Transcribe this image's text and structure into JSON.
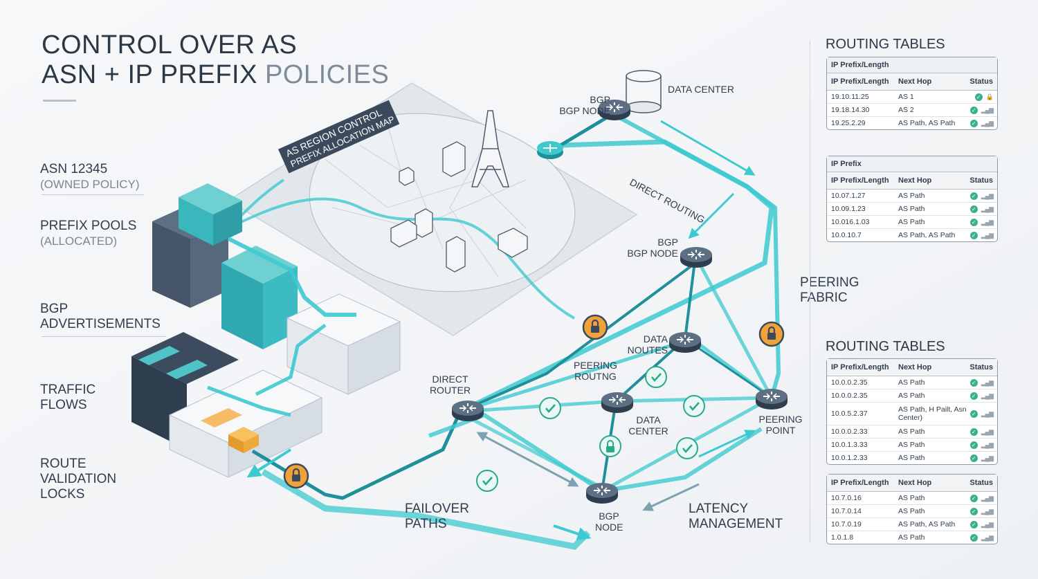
{
  "title": {
    "line1": "CONTROL OVER AS",
    "line2_dark": "ASN + IP PREFIX",
    "line2_light": "POLICIES"
  },
  "left_labels": [
    {
      "main": "ASN 12345",
      "sub": "(OWNED POLICY)"
    },
    {
      "main": "PREFIX POOLS",
      "sub": "(ALLOCATED)"
    },
    {
      "main": "BGP",
      "main2": "ADVERTISEMENTS"
    },
    {
      "main": "TRAFFIC",
      "main2": "FLOWS"
    },
    {
      "main": "ROUTE",
      "main2": "VALIDATION",
      "main3": "LOCKS"
    }
  ],
  "map_banner": {
    "line1": "AS REGION CONTROL",
    "line2": "PREFIX ALLOCATION MAP"
  },
  "diagram_labels": {
    "bgp_top1": "BGP",
    "bgp_top2": "BGP NODE",
    "data_center_top": "DATA CENTER",
    "direct_routing": "DIRECT ROUTING",
    "bgp_mid1": "BGP",
    "bgp_mid2": "BGP NODE",
    "peering_fabric1": "PEERING",
    "peering_fabric2": "FABRIC",
    "data_noutes1": "DATA",
    "data_noutes2": "NOUTES",
    "peering_routng1": "PEERING",
    "peering_routng2": "ROUTNG",
    "direct_router1": "DIRECT",
    "direct_router2": "ROUTER",
    "data_center_mid1": "DATA",
    "data_center_mid2": "CENTER",
    "peering_point1": "PEERING",
    "peering_point2": "POINT",
    "failover1": "FAILOVER",
    "failover2": "PATHS",
    "bgp_bottom1": "BGP",
    "bgp_bottom2": "NODE",
    "latency1": "LATENCY",
    "latency2": "MANAGEMENT"
  },
  "routing_tables": {
    "heading1": "ROUTING TABLES",
    "heading2": "ROUTING TABLES",
    "t1": {
      "caption": "IP Prefix/Length",
      "headers": [
        "IP Prefix/Length",
        "Next Hop",
        "Status"
      ],
      "rows": [
        [
          "19.10.11.25",
          "AS 1"
        ],
        [
          "19.18.14.30",
          "AS 2"
        ],
        [
          "19.25.2.29",
          "AS Path, AS Path"
        ]
      ]
    },
    "t2": {
      "caption": "IP Prefix",
      "headers": [
        "IP Prefix/Length",
        "Next Hop",
        "Status"
      ],
      "rows": [
        [
          "10.07.1.27",
          "AS Path"
        ],
        [
          "10.09.1.23",
          "AS Path"
        ],
        [
          "10.016.1.03",
          "AS Path"
        ],
        [
          "10.0.10.7",
          "AS Path, AS Path"
        ]
      ]
    },
    "t3": {
      "headers": [
        "IP Prefix/Length",
        "Next Hop",
        "Status"
      ],
      "rows": [
        [
          "10.0.0.2.35",
          "AS Path"
        ],
        [
          "10.0.0.2.35",
          "AS Path"
        ],
        [
          "10.0.5.2.37",
          "AS Path, H Pailt, Asn Center)"
        ],
        [
          "10.0.0.2.33",
          "AS Path"
        ],
        [
          "10.0.1.3.33",
          "AS Path"
        ],
        [
          "10.0.1.2.33",
          "AS Path"
        ]
      ]
    },
    "t4": {
      "headers": [
        "IP Prefix/Length",
        "Next Hop",
        "Status"
      ],
      "rows": [
        [
          "10.7.0.16",
          "AS Path"
        ],
        [
          "10.7.0.14",
          "AS Path"
        ],
        [
          "10.7.0.19",
          "AS Path, AS Path"
        ],
        [
          "1.0.1.8",
          "AS Path"
        ]
      ]
    }
  },
  "colors": {
    "teal": "#3ec9cf",
    "teal_dark": "#1f8f9a",
    "navy": "#3a4a5c",
    "orange": "#f0a23a",
    "green": "#3bb08f"
  },
  "icons": [
    "router-icon",
    "lock-icon",
    "check-icon",
    "database-icon",
    "eiffel-tower-icon",
    "building-icon",
    "signal-icon"
  ]
}
